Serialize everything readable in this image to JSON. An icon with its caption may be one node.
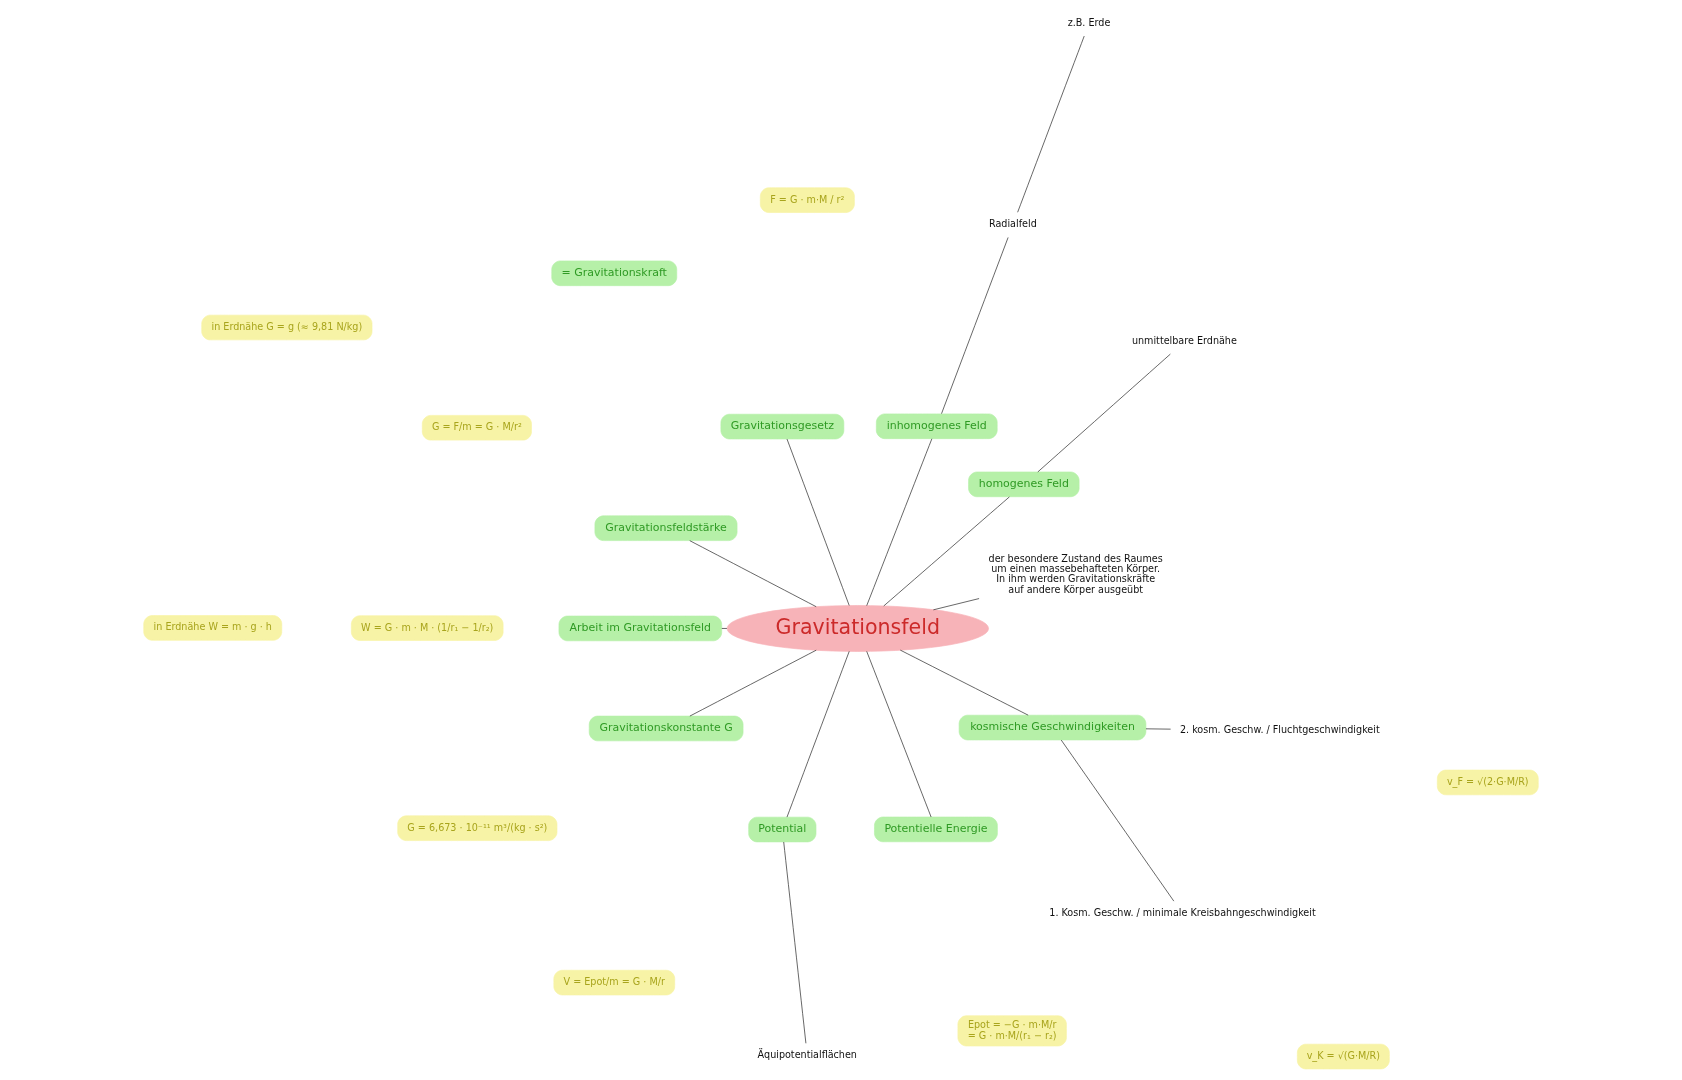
{
  "diagram": {
    "nodes": [
      {
        "text": [
          "Gravitationsfeld"
        ]
      },
      {
        "text": [
          "der besondere Zustand des Raumes um einen massebehafteten Körper. In ihm werden Gravitationskräfte auf andere Körper ausgeübt"
        ]
      },
      {
        "text": [
          "homogenes Feld"
        ]
      },
      {
        "text": [
          "unmittelbare Erdnähe"
        ]
      },
      {
        "text": [
          "inhomogenes Feld"
        ]
      },
      {
        "text": [
          "Radialfeld"
        ]
      },
      {
        "text": [
          "z.B. Erde"
        ]
      },
      {
        "text": [
          "Gravitationsgesetz"
        ]
      },
      {
        "text": [
          "F = G · m·M / r²"
        ]
      },
      {
        "text": [
          "= Gravitationskraft"
        ]
      },
      {
        "text": [
          "Gravitationsfeldstärke"
        ]
      },
      {
        "text": [
          "G = F/m = G · M/r²"
        ]
      },
      {
        "text": [
          "in Erdnähe G = g (≈ 9,81 N/kg)"
        ]
      },
      {
        "text": [
          "Arbeit im Gravitationsfeld"
        ]
      },
      {
        "text": [
          "W = G · m · M · (1/r₁ − 1/r₂)"
        ]
      },
      {
        "text": [
          "in Erdnähe W = m · g · h"
        ]
      },
      {
        "text": [
          "Gravitationskonstante G"
        ]
      },
      {
        "text": [
          "G = 6,673 · 10⁻¹¹ m³/(kg · s²)"
        ]
      },
      {
        "text": [
          "Potential"
        ]
      },
      {
        "text": [
          "V = Epot/m = G · M/r"
        ]
      },
      {
        "text": [
          "Äquipotentialflächen"
        ]
      },
      {
        "text": [
          "Potentielle Energie"
        ]
      },
      {
        "text": [
          "Epot = −G · m·M/r",
          "= G · m·M/(r₁ − r₂)"
        ]
      },
      {
        "text": [
          "kosmische Geschwindigkeiten"
        ]
      },
      {
        "text": [
          "1. Kosm. Geschw. / minimale Kreisbahngeschwindigkeit"
        ]
      },
      {
        "text": [
          "v_K = √(G·M/R)"
        ]
      },
      {
        "text": [
          "2. kosm. Geschw. / Fluchtgeschwindigkeit"
        ]
      },
      {
        "text": [
          "v_F = √(2·G·M/R)"
        ]
      }
    ],
    "edges": [
      {
        "from": 0,
        "to": 1,
        "arrow": "none"
      },
      {
        "from": 0,
        "to": 2,
        "arrow": "none"
      },
      {
        "from": 2,
        "to": 3,
        "arrow": "none"
      },
      {
        "from": 0,
        "to": 4,
        "arrow": "none"
      },
      {
        "from": 4,
        "to": 5,
        "arrow": "none"
      },
      {
        "from": 5,
        "to": 6,
        "arrow": "none"
      },
      {
        "from": 0,
        "to": 7,
        "arrow": "none"
      },
      {
        "from": 0,
        "to": 10,
        "arrow": "none"
      },
      {
        "from": 0,
        "to": 13,
        "arrow": "none"
      },
      {
        "from": 0,
        "to": 21,
        "arrow": "none"
      },
      {
        "from": 0,
        "to": 18,
        "arrow": "none"
      },
      {
        "from": 18,
        "to": 20,
        "arrow": "none"
      },
      {
        "from": 0,
        "to": 16,
        "arrow": "none"
      },
      {
        "from": 0,
        "to": 23,
        "arrow": "none"
      },
      {
        "from": 23,
        "to": 24,
        "arrow": "none"
      },
      {
        "from": 23,
        "to": 26,
        "arrow": "none"
      }
    ]
  }
}
